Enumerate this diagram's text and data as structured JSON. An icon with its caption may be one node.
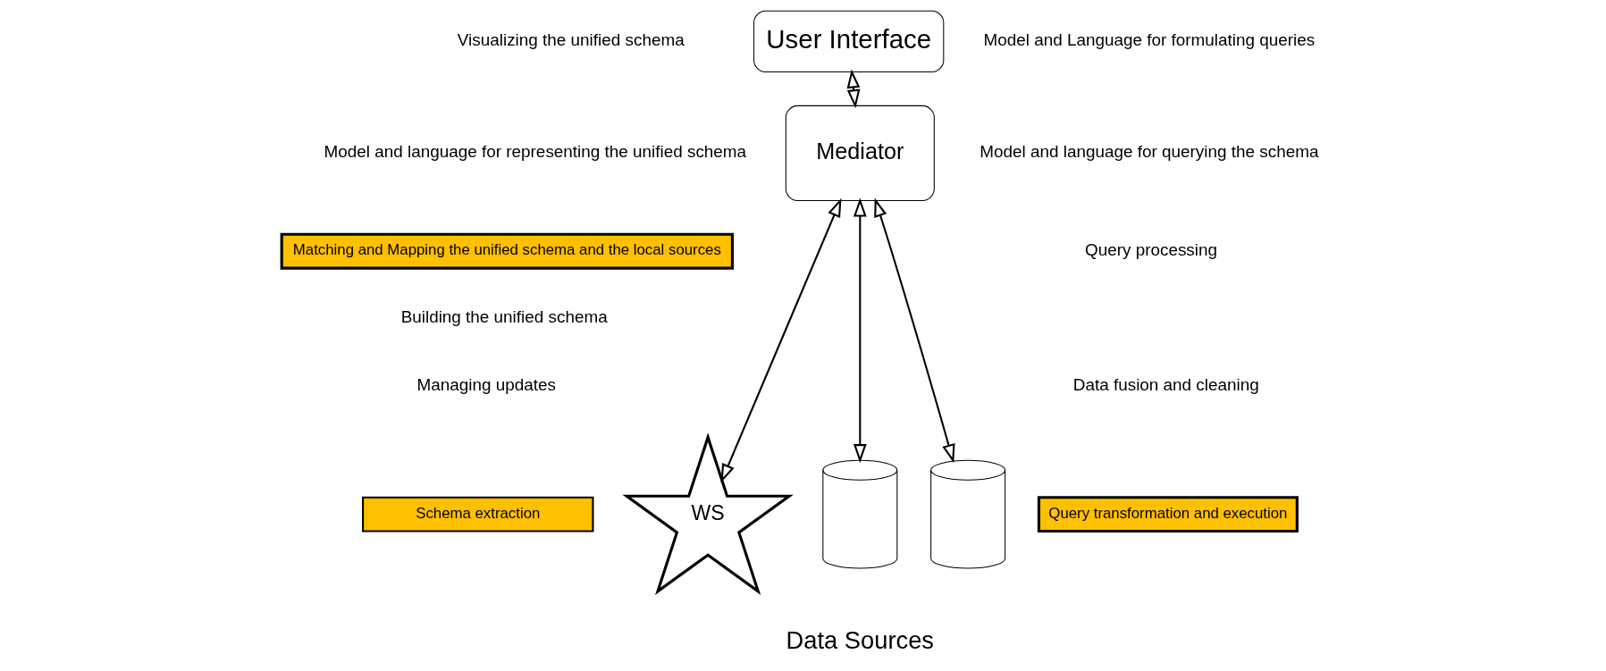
{
  "diagram": {
    "nodes": [
      {
        "text": [
          "User Interface"
        ]
      },
      {
        "text": [
          "Mediator"
        ]
      },
      {
        "text": [
          "WS"
        ]
      },
      {
        "text": [],
        "shape": "cylinder"
      },
      {
        "text": [],
        "shape": "cylinder"
      },
      {
        "text": [
          "Matching and Mapping the unified schema and the local sources"
        ]
      },
      {
        "text": [
          "Schema extraction"
        ]
      },
      {
        "text": [
          "Query transformation and execution"
        ]
      }
    ],
    "edges": [
      {
        "from": 0,
        "to": 1,
        "arrow": "both"
      },
      {
        "from": 1,
        "to": 2,
        "arrow": "both"
      },
      {
        "from": 1,
        "to": 3,
        "arrow": "both"
      },
      {
        "from": 1,
        "to": 4,
        "arrow": "both"
      }
    ],
    "labels": [
      "Visualizing the unified schema",
      "Model and Language for formulating queries",
      "Model and language for representing the unified schema",
      "Model and language for querying the schema",
      "Query processing",
      "Data fusion and cleaning",
      "Building the unified schema",
      "Managing updates",
      "Data Sources"
    ]
  }
}
